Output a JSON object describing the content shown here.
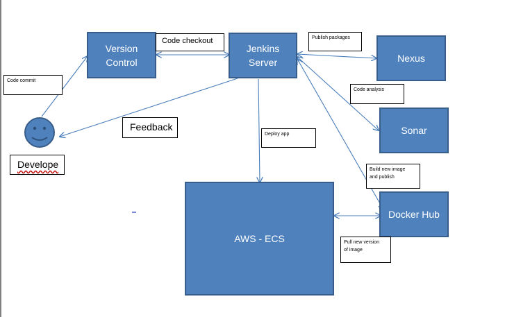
{
  "nodes": {
    "version_control": "Version\nControl",
    "jenkins": "Jenkins\nServer",
    "nexus": "Nexus",
    "sonar": "Sonar",
    "docker_hub": "Docker Hub",
    "aws_ecs": "AWS - ECS",
    "developer": "Develope"
  },
  "edge_labels": {
    "code_commit": "Code commit",
    "code_checkout": "Code checkout",
    "publish_packages": "Publish packages",
    "code_analysis": "Code analysis",
    "feedback": "Feedback",
    "deploy_app": "Deploy app",
    "build_new_image": "Build new image\nand publish",
    "pull_new_version": "Pull new version\nof image"
  },
  "colors": {
    "box_fill": "#4f81bd",
    "box_border": "#385d8a",
    "arrow": "#4a7ebb"
  }
}
